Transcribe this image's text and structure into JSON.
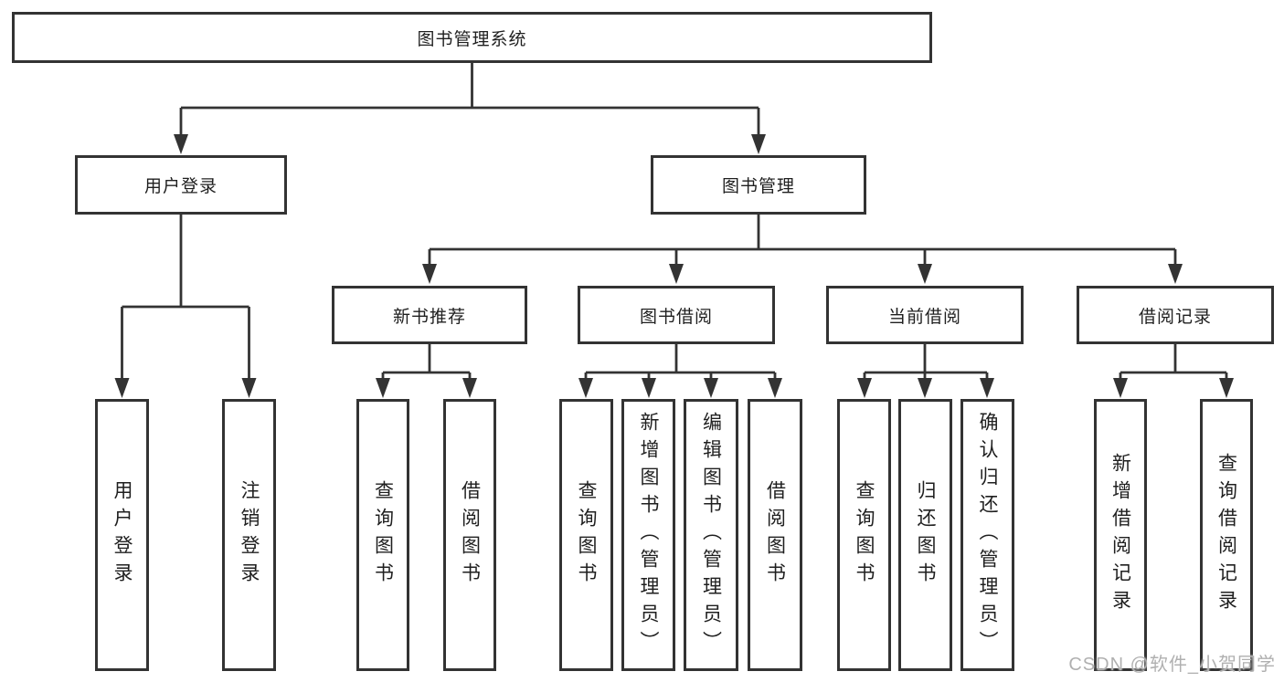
{
  "diagram": {
    "type": "hierarchy-tree",
    "title": "图书管理系统",
    "colors": {
      "line": "#333333",
      "box_border": "#333333",
      "box_background": "#ffffff",
      "text": "#1f1f1f",
      "watermark": "#b0b0b0"
    }
  },
  "nodes": {
    "root": "图书管理系统",
    "user_login": "用户登录",
    "book_mgmt": "图书管理",
    "new_book_rec": "新书推荐",
    "book_borrow": "图书借阅",
    "current_borrow": "当前借阅",
    "borrow_records": "借阅记录",
    "ul_user_login": "用户登录",
    "ul_logout": "注销登录",
    "nbr_query_book": "查询图书",
    "nbr_borrow_book": "借阅图书",
    "bb_query_book": "查询图书",
    "bb_add_book": "新增图书（管理员）",
    "bb_edit_book": "编辑图书（管理员）",
    "bb_borrow_book": "借阅图书",
    "cb_query_book": "查询图书",
    "cb_return_book": "归还图书",
    "cb_confirm_return": "确认归还（管理员）",
    "br_add_record": "新增借阅记录",
    "br_query_record": "查询借阅记录"
  },
  "hierarchy": {
    "图书管理系统": [
      "用户登录",
      "图书管理"
    ],
    "用户登录": [
      "用户登录",
      "注销登录"
    ],
    "图书管理": [
      "新书推荐",
      "图书借阅",
      "当前借阅",
      "借阅记录"
    ],
    "新书推荐": [
      "查询图书",
      "借阅图书"
    ],
    "图书借阅": [
      "查询图书",
      "新增图书（管理员）",
      "编辑图书（管理员）",
      "借阅图书"
    ],
    "当前借阅": [
      "查询图书",
      "归还图书",
      "确认归还（管理员）"
    ],
    "借阅记录": [
      "新增借阅记录",
      "查询借阅记录"
    ]
  },
  "watermark": {
    "text": "CSDN @软件_小贺同学"
  }
}
